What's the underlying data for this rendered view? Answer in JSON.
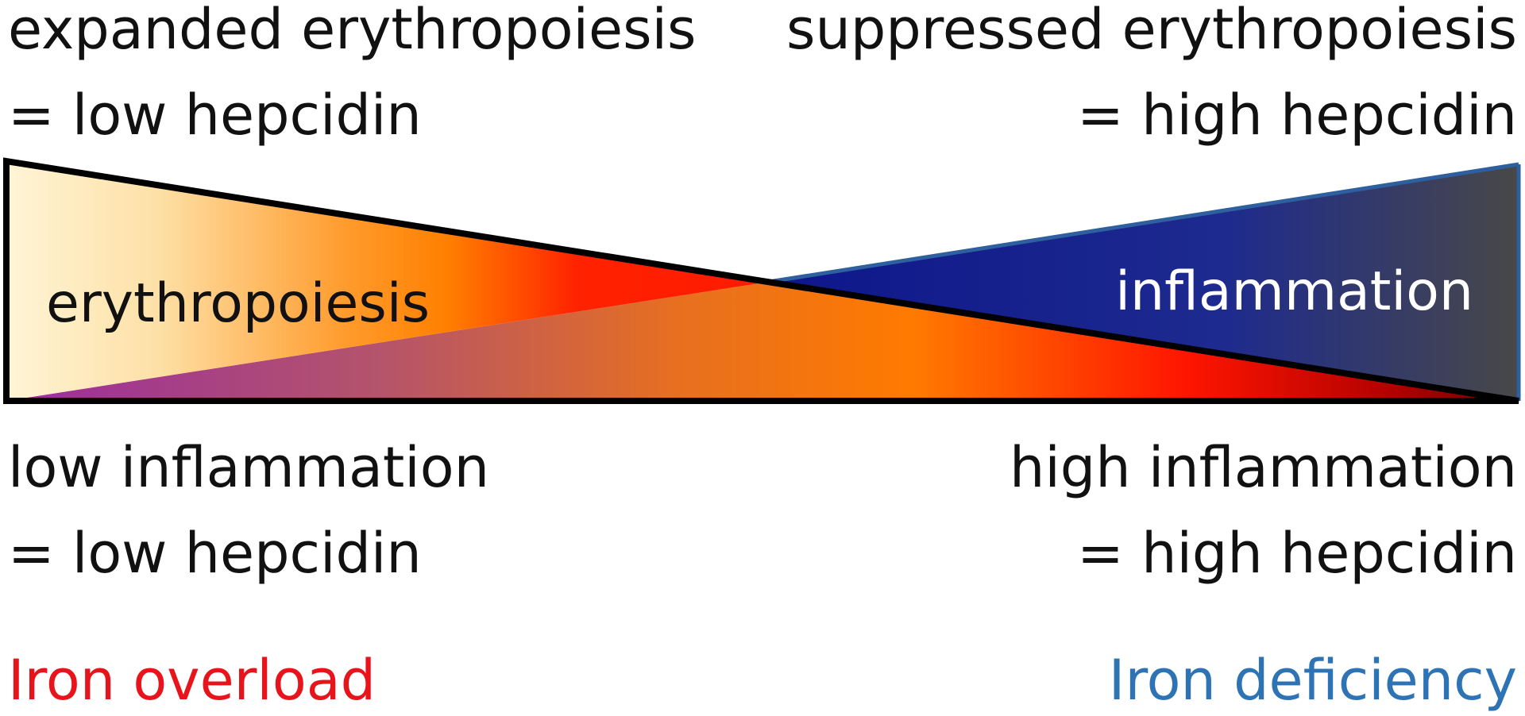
{
  "top": {
    "left": {
      "line1": "expanded erythropoiesis",
      "line2": "= low hepcidin"
    },
    "right": {
      "line1": "suppressed erythropoiesis",
      "line2": "= high hepcidin"
    }
  },
  "wedges": {
    "erythropoiesis_label": "erythropoiesis",
    "inflammation_label": "inflammation"
  },
  "bottom": {
    "left": {
      "line1": "low inflammation",
      "line2": "= low hepcidin"
    },
    "right": {
      "line1": "high inflammation",
      "line2": "= high hepcidin"
    }
  },
  "outcomes": {
    "left": "Iron overload",
    "right": "Iron deficiency"
  },
  "colors": {
    "iron_overload": "#e8141b",
    "iron_deficiency": "#2e74b5",
    "erythropoiesis_start": "#fff5d6",
    "erythropoiesis_mid": "#ff7f00",
    "erythropoiesis_end": "#ff1a00",
    "inflammation_start": "#101a8a",
    "inflammation_end": "#4a4a4a",
    "purple": "#9b2d9e",
    "dark_red": "#8b0000"
  }
}
